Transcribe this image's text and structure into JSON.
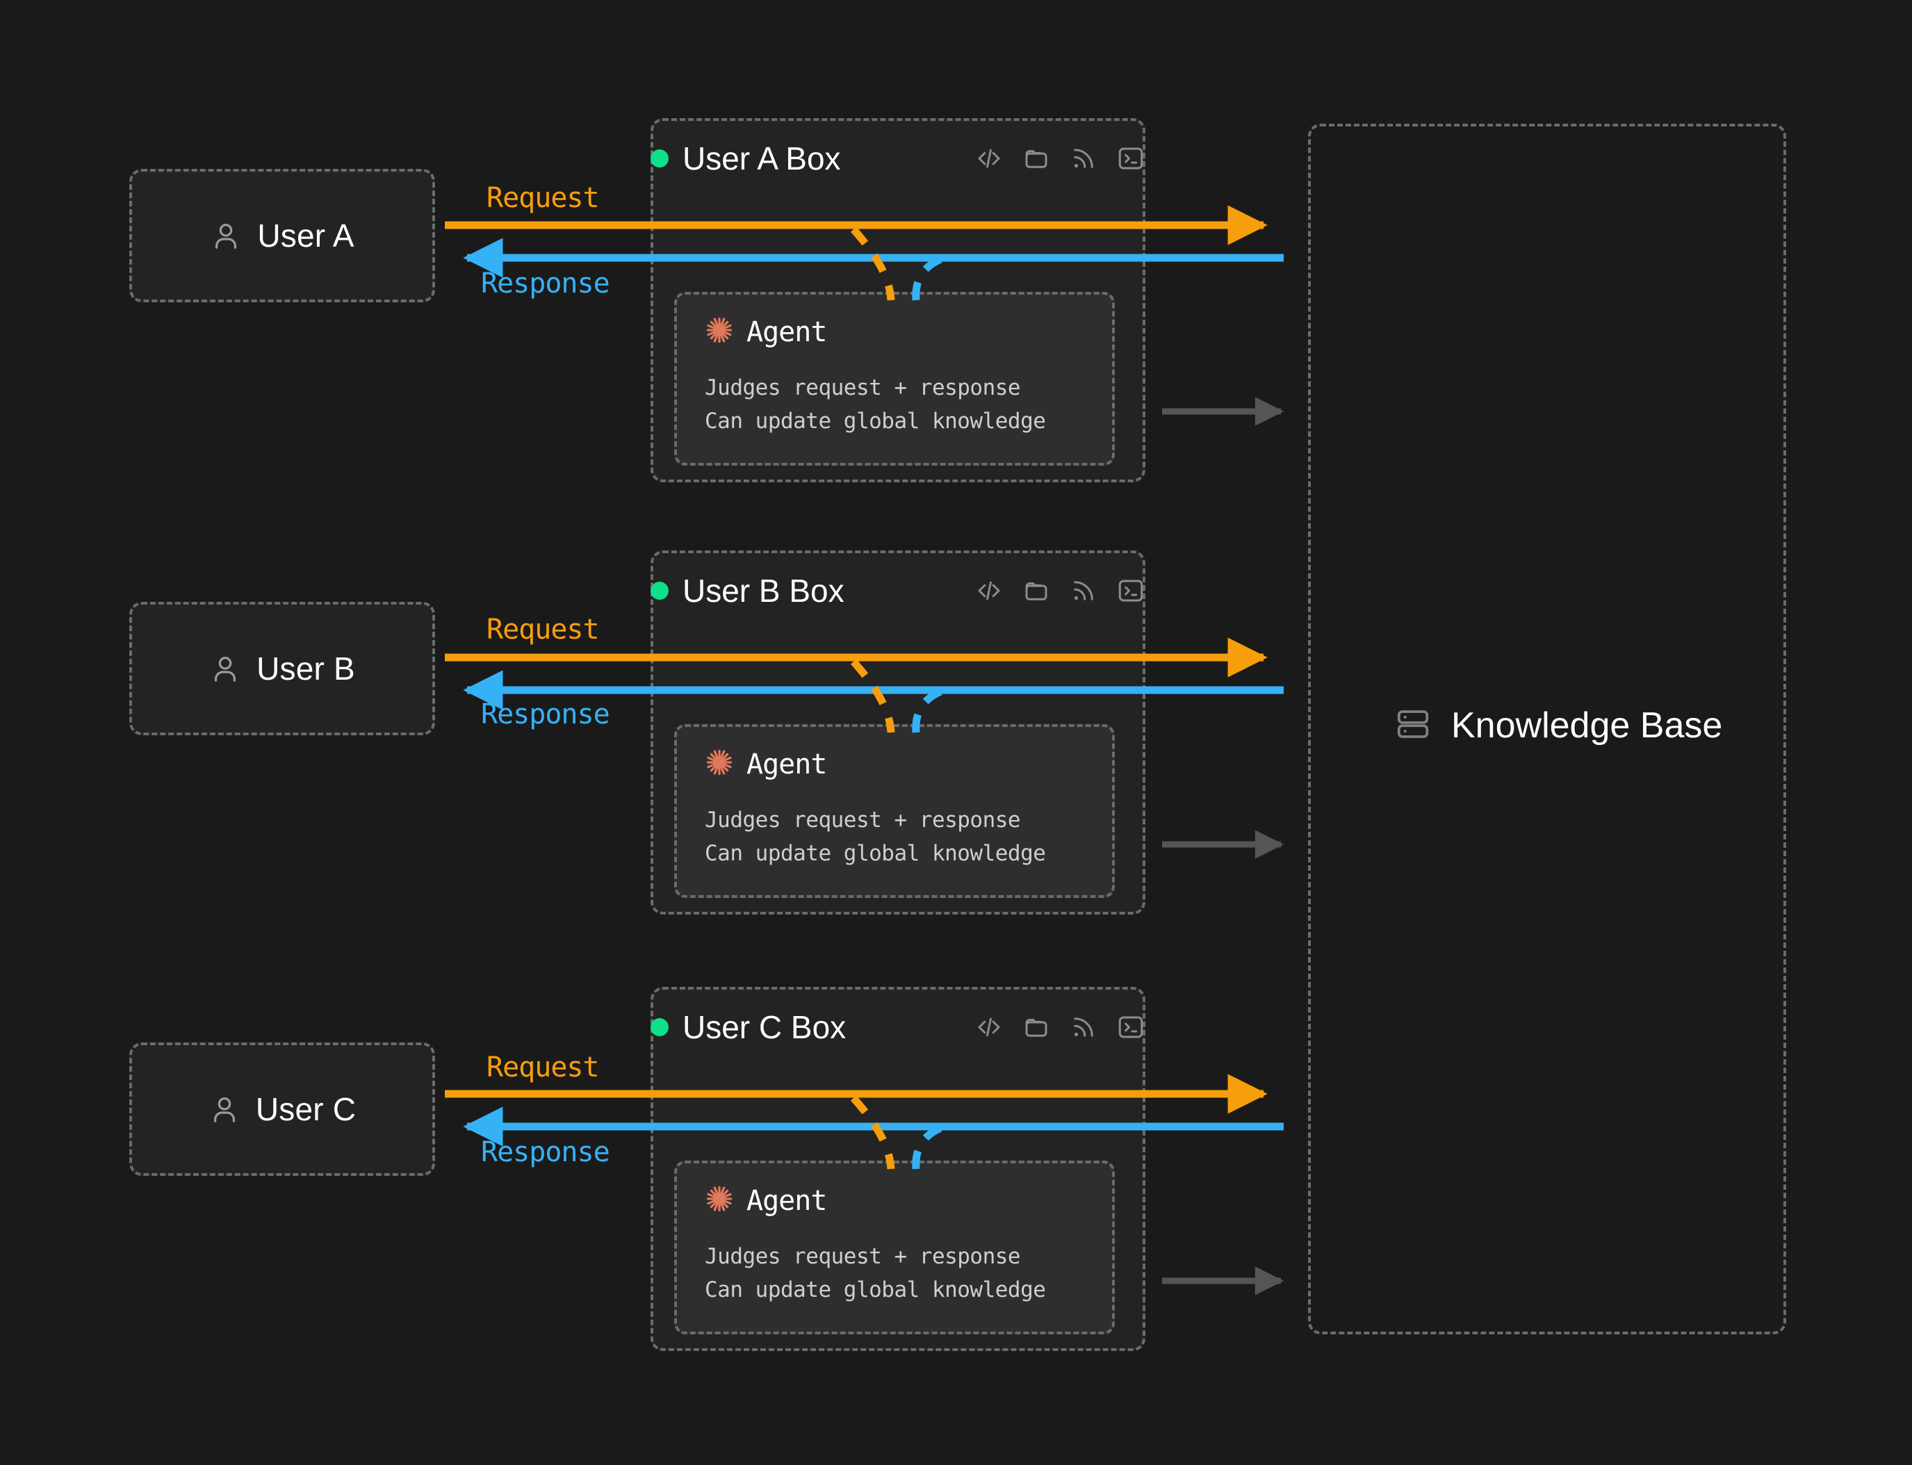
{
  "theme": {
    "background": "#1a1a1a",
    "card_fill": "#232323",
    "agent_fill": "#2e2e2e",
    "dashed_border": "#6b6b6b",
    "request_color": "#f79e0c",
    "response_color": "#35b2f5",
    "status_dot_color": "#0fe08a",
    "agent_icon_color": "#e0795c",
    "kb_arrow_color": "#555555",
    "text_primary": "#ffffff",
    "text_secondary": "#cfcfcf"
  },
  "diagram": {
    "title": "Multi-user agent boxes with shared knowledge base",
    "rows": [
      {
        "user": {
          "label": "User A",
          "icon": "user-icon"
        },
        "box": {
          "title": "User A Box",
          "status_dot": "status-dot",
          "icons": [
            "code-icon",
            "folder-icon",
            "rss-icon",
            "terminal-icon"
          ]
        },
        "agent": {
          "name": "Agent",
          "icon": "agent-burst-icon",
          "lines": [
            "Judges request + response",
            "Can update global knowledge"
          ]
        },
        "flows": {
          "request": "Request",
          "response": "Response"
        }
      },
      {
        "user": {
          "label": "User B",
          "icon": "user-icon"
        },
        "box": {
          "title": "User B Box",
          "status_dot": "status-dot",
          "icons": [
            "code-icon",
            "folder-icon",
            "rss-icon",
            "terminal-icon"
          ]
        },
        "agent": {
          "name": "Agent",
          "icon": "agent-burst-icon",
          "lines": [
            "Judges request + response",
            "Can update global knowledge"
          ]
        },
        "flows": {
          "request": "Request",
          "response": "Response"
        }
      },
      {
        "user": {
          "label": "User C",
          "icon": "user-icon"
        },
        "box": {
          "title": "User C Box",
          "status_dot": "status-dot",
          "icons": [
            "code-icon",
            "folder-icon",
            "rss-icon",
            "terminal-icon"
          ]
        },
        "agent": {
          "name": "Agent",
          "icon": "agent-burst-icon",
          "lines": [
            "Judges request + response",
            "Can update global knowledge"
          ]
        },
        "flows": {
          "request": "Request",
          "response": "Response"
        }
      }
    ],
    "knowledge_base": {
      "label": "Knowledge Base",
      "icon": "database-icon"
    }
  }
}
